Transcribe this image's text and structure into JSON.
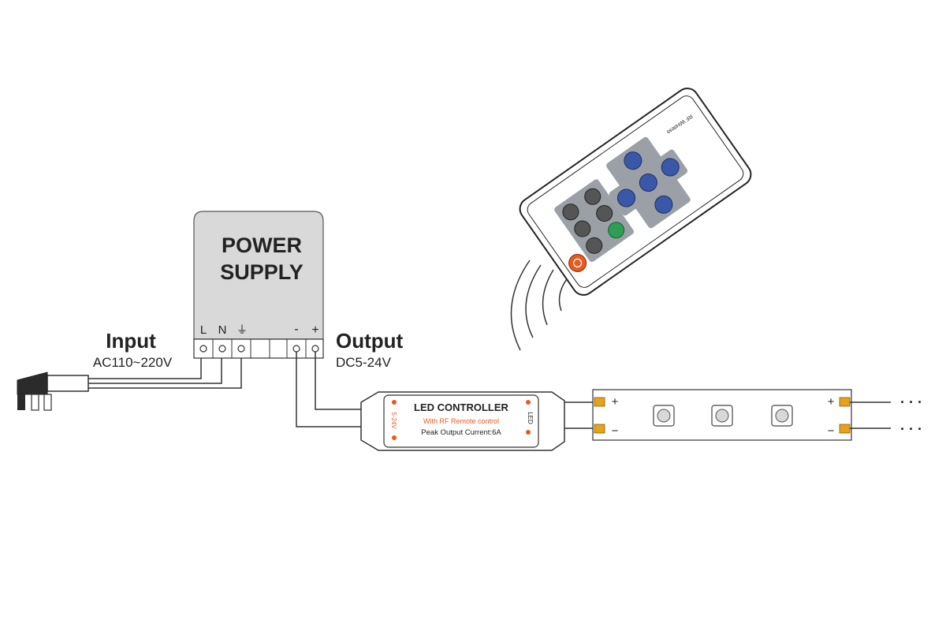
{
  "power_supply": {
    "title_line1": "POWER",
    "title_line2": "SUPPLY",
    "terminals": [
      "L",
      "N",
      "⏚",
      "-",
      "+"
    ]
  },
  "input": {
    "title": "Input",
    "spec": "AC110~220V"
  },
  "output": {
    "title": "Output",
    "spec": "DC5-24V"
  },
  "controller": {
    "title": "LED CONTROLLER",
    "subtitle": "With RF Remote control",
    "current": "Peak Output Current:6A",
    "side_left": "5-24V",
    "side_right": "LED"
  },
  "remote": {
    "label": "RF Wireless"
  },
  "strip": {
    "plus": "+",
    "minus": "−",
    "continuation": "· · ·"
  },
  "colors": {
    "power_supply_fill": "#d9d9d9",
    "remote_blue": "#3b58a8",
    "remote_dark": "#555555",
    "remote_green": "#2e9e54",
    "remote_power": "#e65a22",
    "strip_pad": "#e6a21c",
    "controller_accent": "#e65a22"
  }
}
